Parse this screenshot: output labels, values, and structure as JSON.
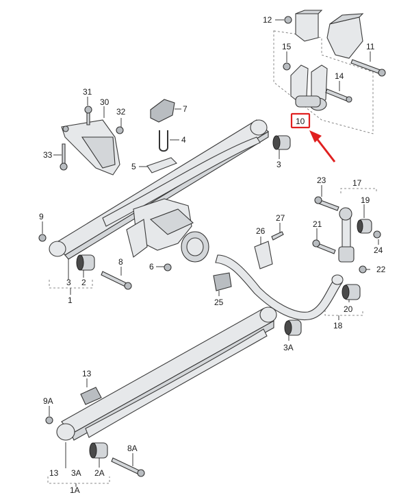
{
  "callouts": {
    "c1": "1",
    "c1A": "1A",
    "c2": "2",
    "c2A": "2A",
    "c3": "3",
    "c3b": "3",
    "c3A": "3A",
    "c3Ab": "3A",
    "c4": "4",
    "c5": "5",
    "c6": "6",
    "c7": "7",
    "c8": "8",
    "c8A": "8A",
    "c9": "9",
    "c9A": "9A",
    "c10": "10",
    "c11": "11",
    "c12": "12",
    "c13": "13",
    "c13b": "13",
    "c14": "14",
    "c15": "15",
    "c17": "17",
    "c18": "18",
    "c19": "19",
    "c20": "20",
    "c21": "21",
    "c22": "22",
    "c23": "23",
    "c24": "24",
    "c25": "25",
    "c26": "26",
    "c27": "27",
    "c30": "30",
    "c31": "31",
    "c32": "32",
    "c33": "33"
  },
  "highlight": {
    "label": "10",
    "color": "#e02020"
  }
}
